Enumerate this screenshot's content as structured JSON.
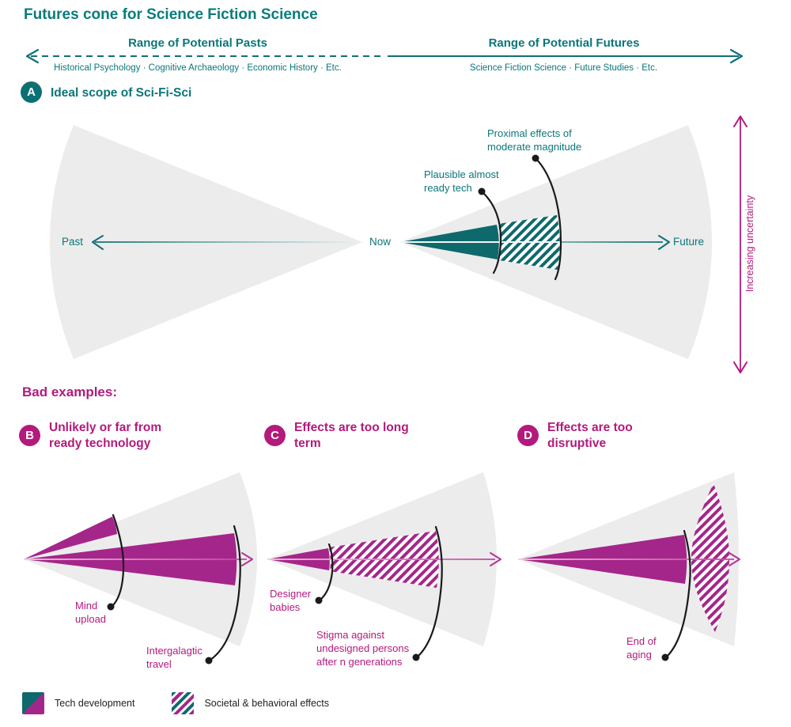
{
  "title": "Futures cone for Science Fiction Science",
  "header": {
    "past_title": "Range of Potential Pasts",
    "past_subtitle": "Historical Psychology · Cognitive Archaeology · Economic History · Etc.",
    "future_title": "Range of Potential Futures",
    "future_subtitle": "Science Fiction Science · Future Studies · Etc."
  },
  "panel_a": {
    "badge": "A",
    "title": "Ideal scope of Sci-Fi-Sci",
    "past_label": "Past",
    "now_label": "Now",
    "future_label": "Future",
    "uncertainty_label": "Increasing uncertainty",
    "label_tech": "Plausible almost\nready tech",
    "label_effects": "Proximal effects of\nmoderate magnitude"
  },
  "bad_examples_heading": "Bad examples:",
  "panel_b": {
    "badge": "B",
    "title": "Unlikely or far from\nready technology",
    "label_1": "Mind\nupload",
    "label_2": "Intergalagtic\ntravel"
  },
  "panel_c": {
    "badge": "C",
    "title": "Effects are too long\nterm",
    "label_1": "Designer\nbabies",
    "label_2": "Stigma against\nundesigned persons\nafter n generations"
  },
  "panel_d": {
    "badge": "D",
    "title": "Effects are too\ndisruptive",
    "label_1": "End of\naging"
  },
  "legend": {
    "tech": "Tech development",
    "societal": "Societal & behavioral effects"
  },
  "colors": {
    "teal_fill": "#0E696C",
    "teal_text": "#0B7679",
    "magenta_fill": "#A5268A",
    "magenta_text": "#B21A7B",
    "cone_gray": "#ECECEC",
    "arc_black": "#1A1A1A"
  }
}
